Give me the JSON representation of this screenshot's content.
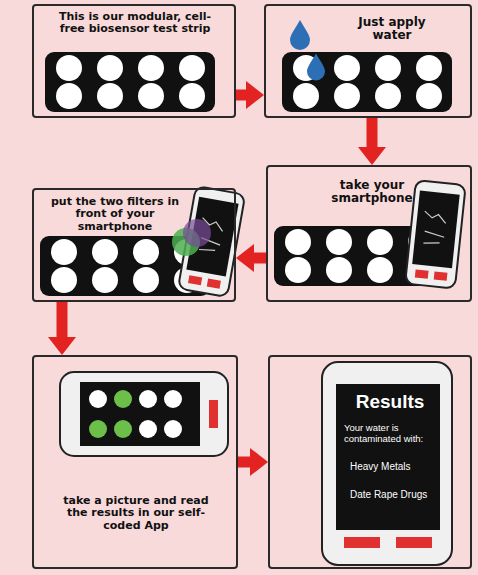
{
  "diagram": {
    "nodes": [
      {
        "text": [
          "This is our modular, cell-free biosensor test strip"
        ]
      },
      {
        "text": [
          "Just apply water"
        ]
      },
      {
        "text": [
          "take your smartphone"
        ]
      },
      {
        "text": [
          "put the two filters in front of your smartphone"
        ]
      },
      {
        "text": [
          "take a picture and read the results in our self-coded App"
        ]
      },
      {
        "text": [
          "Results",
          "Your water is contaminated with:",
          "Heavy Metals",
          "Date Rape Drugs"
        ]
      }
    ],
    "edges": [
      {
        "from": 0,
        "to": 1,
        "arrow": "to"
      },
      {
        "from": 1,
        "to": 2,
        "arrow": "to"
      },
      {
        "from": 2,
        "to": 3,
        "arrow": "to"
      },
      {
        "from": 3,
        "to": 4,
        "arrow": "to"
      },
      {
        "from": 4,
        "to": 5,
        "arrow": "to"
      }
    ]
  }
}
